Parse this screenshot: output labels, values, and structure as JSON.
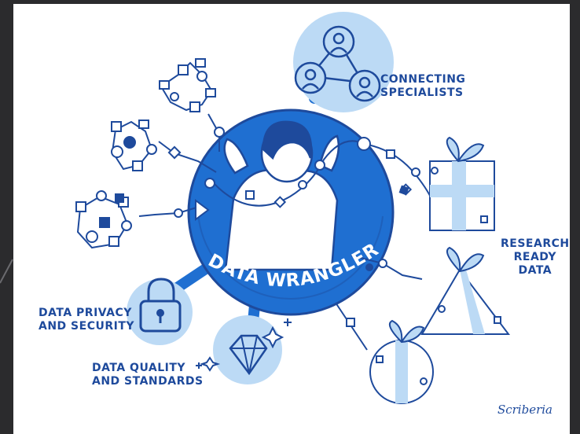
{
  "diagram": {
    "center_title": "DATA WRANGLER",
    "labels": {
      "connecting": "CONNECTING\nSPECIALISTS",
      "research": "RESEARCH\nREADY\nDATA",
      "privacy": "DATA PRIVACY\nAND SECURITY",
      "quality": "DATA QUALITY\nAND STANDARDS"
    },
    "signature": "Scriberia"
  },
  "colors": {
    "dark_blue": "#1e4a9c",
    "mid_blue": "#1f6fd1",
    "light_blue": "#bcdaf5",
    "white": "#ffffff"
  }
}
